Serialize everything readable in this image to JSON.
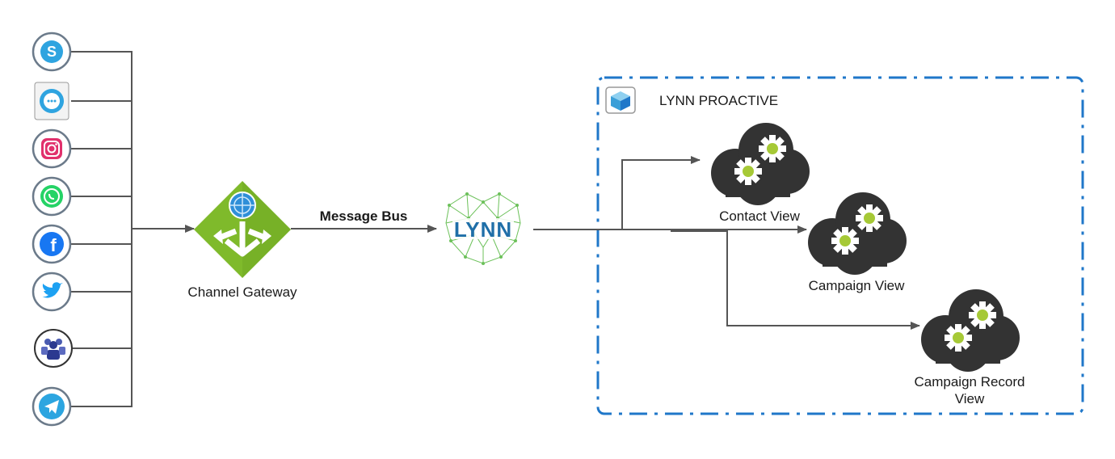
{
  "channels": [
    {
      "name": "skype-icon",
      "color": "#2fa4e0"
    },
    {
      "name": "chat-bubble-icon",
      "color": "#2fa4e0"
    },
    {
      "name": "instagram-icon",
      "color": "#e1306c"
    },
    {
      "name": "whatsapp-icon",
      "color": "#25d366"
    },
    {
      "name": "facebook-icon",
      "color": "#1877f2"
    },
    {
      "name": "twitter-icon",
      "color": "#1da1f2"
    },
    {
      "name": "teams-icon",
      "color": "#3b4a9f"
    },
    {
      "name": "telegram-icon",
      "color": "#2ca5e0"
    }
  ],
  "gateway": {
    "label": "Channel Gateway",
    "color": "#7fba2b"
  },
  "bus": {
    "label": "Message Bus"
  },
  "lynn": {
    "logo_text": "LYNN",
    "color": "#1f6fa8",
    "network_color": "#6cc15a"
  },
  "proactive": {
    "title": "LYNN PROACTIVE",
    "border_color": "#1f77c9"
  },
  "views": [
    {
      "label": "Contact View"
    },
    {
      "label": "Campaign View"
    },
    {
      "label": "Campaign Record View"
    }
  ],
  "colors": {
    "line": "#555555",
    "cloud": "#333333",
    "gear_center": "#a6c936"
  }
}
